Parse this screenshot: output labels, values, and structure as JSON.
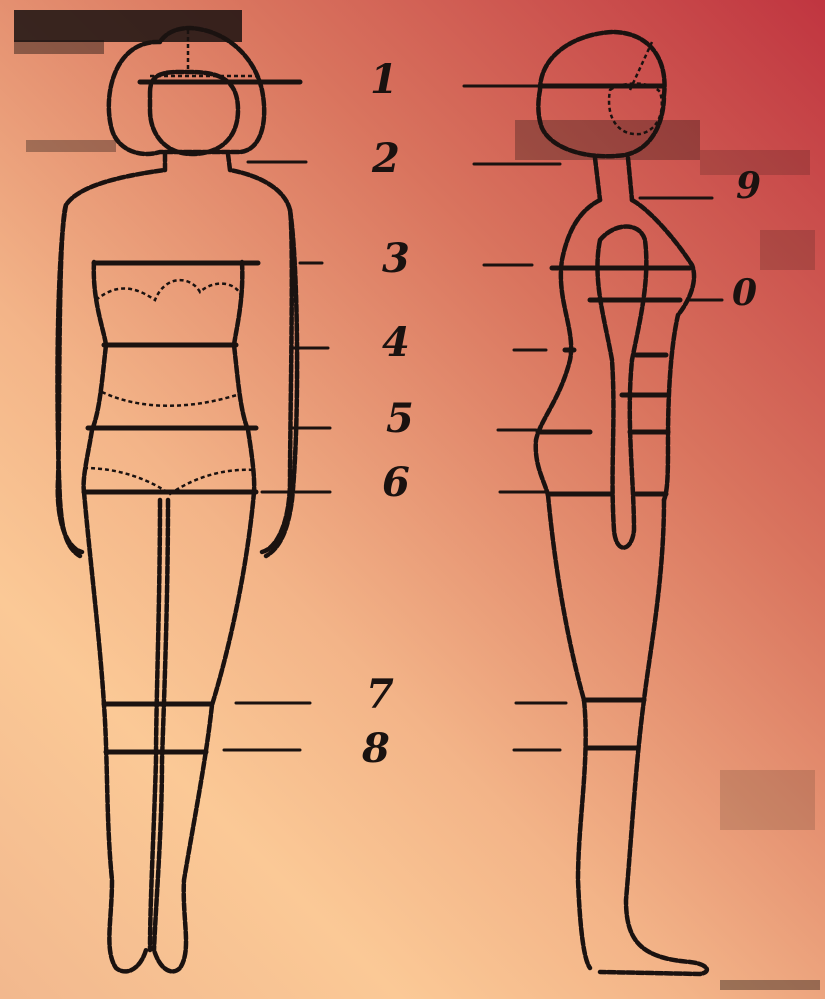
{
  "figure": {
    "front_view": "front-figure",
    "side_view": "side-figure"
  },
  "labels": [
    {
      "id": "1",
      "text": "1"
    },
    {
      "id": "2",
      "text": "2"
    },
    {
      "id": "3",
      "text": "3"
    },
    {
      "id": "4",
      "text": "4"
    },
    {
      "id": "5",
      "text": "5"
    },
    {
      "id": "6",
      "text": "6"
    },
    {
      "id": "7",
      "text": "7"
    },
    {
      "id": "8",
      "text": "8"
    },
    {
      "id": "9",
      "text": "9"
    },
    {
      "id": "10",
      "text": "0"
    }
  ],
  "colors": {
    "ink": "#1a1210",
    "gradient_top_right": "#c03540",
    "gradient_bottom_left": "#fbc996"
  }
}
